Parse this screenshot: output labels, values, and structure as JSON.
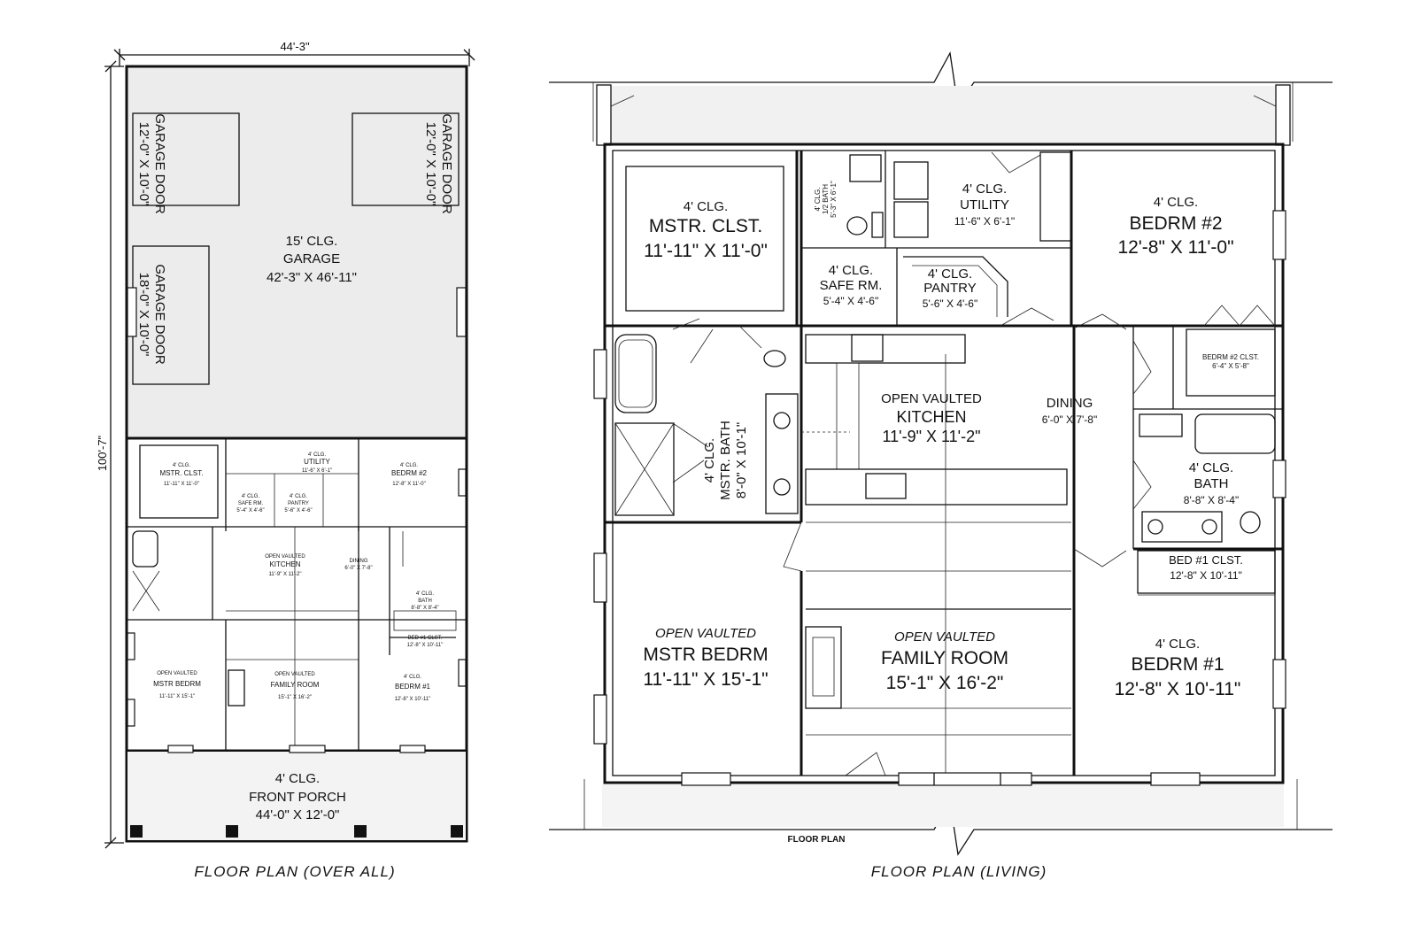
{
  "overall": {
    "caption": "FLOOR PLAN (OVER ALL)",
    "dim_width": "44'-3\"",
    "dim_depth": "100'-7\"",
    "garage_doors": [
      {
        "label": "GARAGE DOOR",
        "size": "12'-0\" X 10'-0\""
      },
      {
        "label": "GARAGE DOOR",
        "size": "12'-0\" X 10'-0\""
      },
      {
        "label": "GARAGE DOOR",
        "size": "18'-0\" X 10'-0\""
      }
    ],
    "garage": {
      "clg": "15' CLG.",
      "name": "GARAGE",
      "size": "42'-3\" X 46'-11\""
    },
    "porch": {
      "clg": "4' CLG.",
      "name": "FRONT PORCH",
      "size": "44'-0\" X 12'-0\""
    },
    "mini_rooms": [
      {
        "clg": "4' CLG.",
        "name": "MSTR. CLST.",
        "size": "11'-11\" X 11'-0\""
      },
      {
        "clg": "4' CLG.",
        "name": "UTILITY",
        "size": "11'-6\" X 6'-1\""
      },
      {
        "clg": "4' CLG.",
        "name": "BEDRM #2",
        "size": "12'-8\" X 11'-0\""
      },
      {
        "clg": "4' CLG.",
        "name": "SAFE RM.",
        "size": "5'-4\" X 4'-6\""
      },
      {
        "clg": "4' CLG.",
        "name": "PANTRY",
        "size": "5'-6\" X 4'-6\""
      },
      {
        "clg": "OPEN VAULTED",
        "name": "KITCHEN",
        "size": "11'-9\" X 11'-2\""
      },
      {
        "clg": "",
        "name": "DINING",
        "size": "6'-0\" X 7'-8\""
      },
      {
        "clg": "4' CLG.",
        "name": "BATH",
        "size": "8'-8\" X 8'-4\""
      },
      {
        "clg": "",
        "name": "BED #1 CLST.",
        "size": "12'-8\" X 10'-11\""
      },
      {
        "clg": "OPEN VAULTED",
        "name": "MSTR BEDRM",
        "size": "11'-11\" X 15'-1\""
      },
      {
        "clg": "OPEN VAULTED",
        "name": "FAMILY ROOM",
        "size": "15'-1\" X 16'-2\""
      },
      {
        "clg": "4' CLG.",
        "name": "BEDRM #1",
        "size": "12'-8\" X 10'-11\""
      }
    ]
  },
  "living": {
    "caption": "FLOOR PLAN (LIVING)",
    "sublabel": "FLOOR PLAN",
    "rooms": {
      "mstr_clst": {
        "clg": "4' CLG.",
        "name": "MSTR. CLST.",
        "size": "11'-11\" X 11'-0\""
      },
      "half_bath": {
        "clg": "4' CLG.",
        "name": "1/2 BATH",
        "size": "5'-3\" X 6'-1\""
      },
      "utility": {
        "clg": "4' CLG.",
        "name": "UTILITY",
        "size": "11'-6\" X 6'-1\""
      },
      "bedrm2": {
        "clg": "4' CLG.",
        "name": "BEDRM #2",
        "size": "12'-8\" X 11'-0\""
      },
      "safe_rm": {
        "clg": "4' CLG.",
        "name": "SAFE RM.",
        "size": "5'-4\" X 4'-6\""
      },
      "pantry": {
        "clg": "4' CLG.",
        "name": "PANTRY",
        "size": "5'-6\" X 4'-6\""
      },
      "kitchen": {
        "clg": "OPEN VAULTED",
        "name": "KITCHEN",
        "size": "11'-9\" X 11'-2\""
      },
      "dining": {
        "name": "DINING",
        "size": "6'-0\" X 7'-8\""
      },
      "mstr_bath": {
        "clg": "4' CLG.",
        "name": "MSTR. BATH",
        "size": "8'-0\" X 10'-1\""
      },
      "bedrm2_clst": {
        "name": "BEDRM #2 CLST.",
        "size": "6'-4\" X 5'-8\""
      },
      "bath": {
        "clg": "4' CLG.",
        "name": "BATH",
        "size": "8'-8\" X 8'-4\""
      },
      "bed1_clst": {
        "name": "BED #1 CLST.",
        "size": "12'-8\" X 10'-11\""
      },
      "mstr_bedrm": {
        "clg": "OPEN VAULTED",
        "name": "MSTR BEDRM",
        "size": "11'-11\" X 15'-1\""
      },
      "family_room": {
        "clg": "OPEN VAULTED",
        "name": "FAMILY ROOM",
        "size": "15'-1\" X 16'-2\""
      },
      "bedrm1": {
        "clg": "4' CLG.",
        "name": "BEDRM #1",
        "size": "12'-8\" X 10'-11\""
      }
    }
  }
}
